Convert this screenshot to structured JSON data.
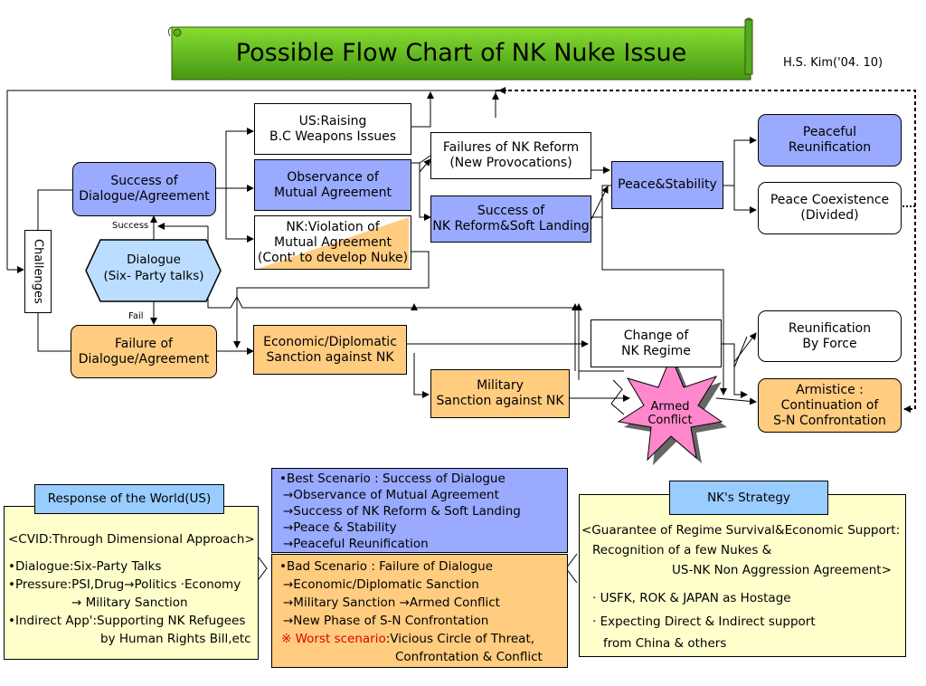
{
  "title": "Possible Flow Chart of NK Nuke Issue",
  "author": "H.S. Kim('04. 10)",
  "nodes": {
    "challenges": "Challenges",
    "success_dialogue": [
      "Success of",
      "Dialogue/Agreement"
    ],
    "dialogue": [
      "Dialogue",
      "(Six- Party talks)"
    ],
    "success_label": "Success",
    "fail_label": "Fail",
    "failure_dialogue": [
      "Failure of",
      "Dialogue/Agreement"
    ],
    "us_raising": [
      "US:Raising",
      "B.C Weapons Issues"
    ],
    "observance": [
      "Observance of",
      "Mutual Agreement"
    ],
    "violation": [
      "NK:Violation of",
      "Mutual Agreement",
      "(Cont' to develop Nuke)"
    ],
    "failures_reform": [
      "Failures of NK Reform",
      "(New Provocations)"
    ],
    "success_reform": [
      "Success of",
      "NK Reform&Soft Landing"
    ],
    "peace_stability": "Peace&Stability",
    "peaceful_reunification": [
      "Peaceful",
      "Reunification"
    ],
    "peace_coexistence": [
      "Peace Coexistence",
      "(Divided)"
    ],
    "econ_sanction": [
      "Economic/Diplomatic",
      "Sanction against NK"
    ],
    "military_sanction": [
      "Military",
      "Sanction against NK"
    ],
    "change_regime": [
      "Change of",
      "NK Regime"
    ],
    "armed_conflict": [
      "Armed",
      "Conflict"
    ],
    "reunification_force": [
      "Reunification",
      "By Force"
    ],
    "armistice": [
      "Armistice :",
      "Continuation of",
      "S-N Confrontation"
    ]
  },
  "world": {
    "header": "Response of the World(US)",
    "cvid": "<CVID:Through Dimensional Approach>",
    "lines": [
      "•Dialogue:Six-Party Talks",
      "•Pressure:PSI,Drug→Politics ·Economy",
      "→ Military Sanction",
      "•Indirect App':Supporting NK Refugees",
      "by Human Rights Bill,etc"
    ]
  },
  "best": {
    "title": "•Best Scenario : Success of Dialogue",
    "lines": [
      "→Observance of  Mutual Agreement",
      "→Success of NK Reform & Soft  Landing",
      "→Peace & Stability",
      "→Peaceful  Reunification"
    ]
  },
  "bad": {
    "title": "•Bad Scenario : Failure of Dialogue",
    "lines": [
      "→Economic/Diplomatic Sanction",
      "→Military Sanction →Armed Conflict",
      "→New Phase of S-N Confrontation"
    ],
    "worst_label": "※ Worst scenario",
    "worst_text": ":Vicious Circle of Threat,",
    "worst_text2": "Confrontation & Conflict"
  },
  "nk": {
    "header": "NK's Strategy",
    "guarantee": "<Guarantee of Regime Survival&Economic Support:",
    "recognition": "Recognition of a few Nukes &",
    "agreement": "US-NK Non Aggression Agreement>",
    "lines": [
      "· USFK, ROK & JAPAN as Hostage",
      "· Expecting Direct & Indirect support",
      "from China & others"
    ]
  },
  "colors": {
    "blue_box": "#99aaff",
    "orange_box": "#ffcc80",
    "title_green": "#66cc22",
    "world_bg": "#ffffcc",
    "header_blue": "#99ccff",
    "armed_pink": "#ff88cc"
  }
}
